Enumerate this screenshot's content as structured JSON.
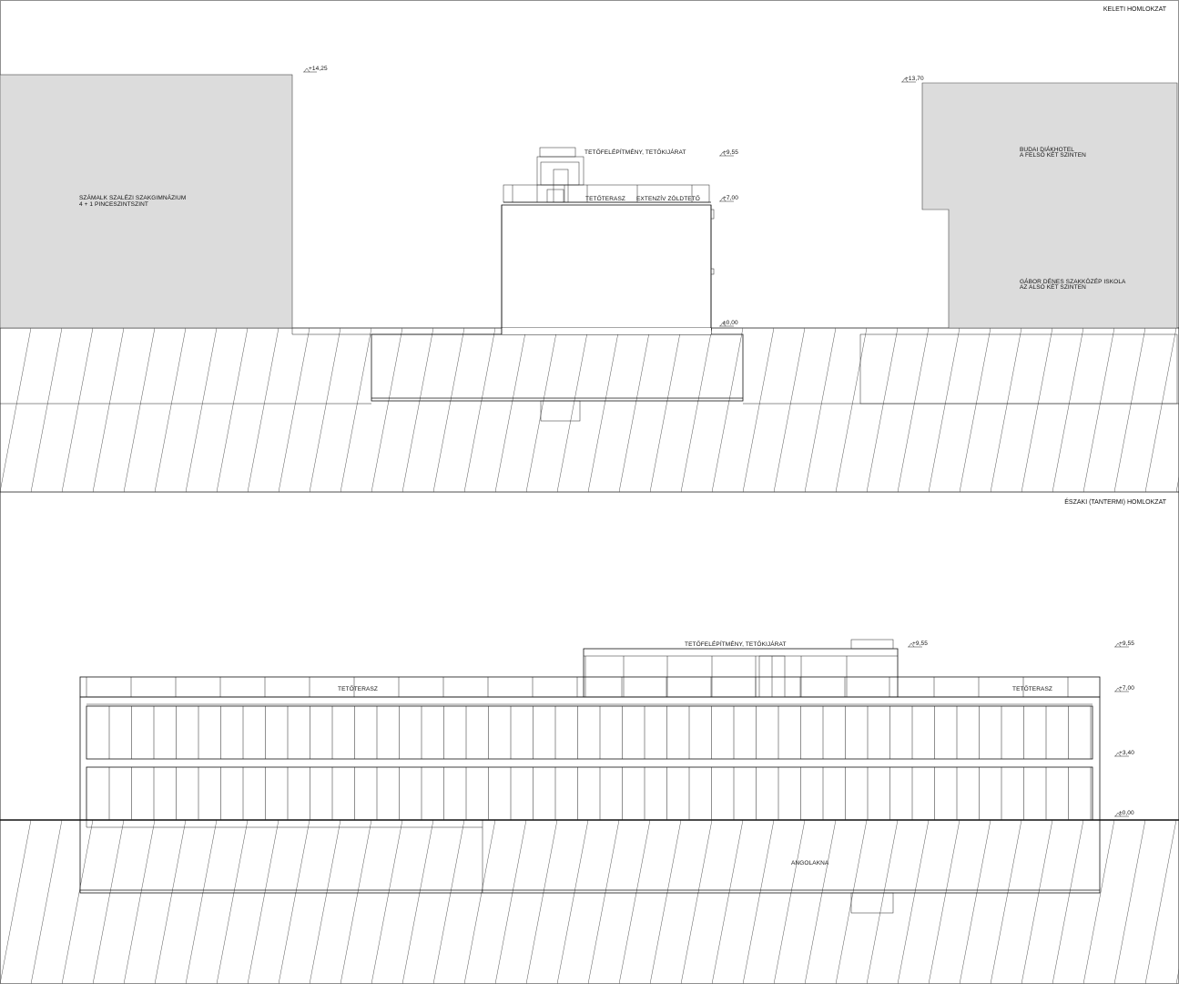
{
  "sheet": {
    "top_title": "KELETI HOMLOKZAT",
    "bottom_title": "ÉSZAKI (TANTERMI) HOMLOKZAT"
  },
  "east": {
    "left_building_label_1": "SZÁMALK SZALÉZI SZAKGIMNÁZIUM",
    "left_building_label_2": "4 + 1 PINCESZINTSZINT",
    "left_level": "+14,25",
    "right_level": "+13,70",
    "right_upper_label_1": "BUDAI DIÁKHOTEL",
    "right_upper_label_2": "A FELSŐ KÉT SZINTEN",
    "right_lower_label_1": "GÁBOR DÉNES SZAKKÖZÉP ISKOLA",
    "right_lower_label_2": "AZ ALSÓ KÉT SZINTEN",
    "rooftop_label": "TETŐFELÉPÍTMÉNY, TETŐKIJÁRAT",
    "terrace_label": "TETŐTERASZ",
    "green_roof_label": "EXTENZÍV ZÖLDTETŐ",
    "level_955": "+9,55",
    "level_700": "+7,00",
    "level_000": "±0,00"
  },
  "north": {
    "rooftop_label": "TETŐFELÉPÍTMÉNY, TETŐKIJÁRAT",
    "terrace_left": "TETŐTERASZ",
    "terrace_right": "TETŐTERASZ",
    "level_955_a": "+9,55",
    "level_955_b": "+9,55",
    "level_700": "+7,00",
    "level_340": "+3,40",
    "level_000": "±0,00",
    "lightwell_label": "ANGOLAKNA"
  }
}
